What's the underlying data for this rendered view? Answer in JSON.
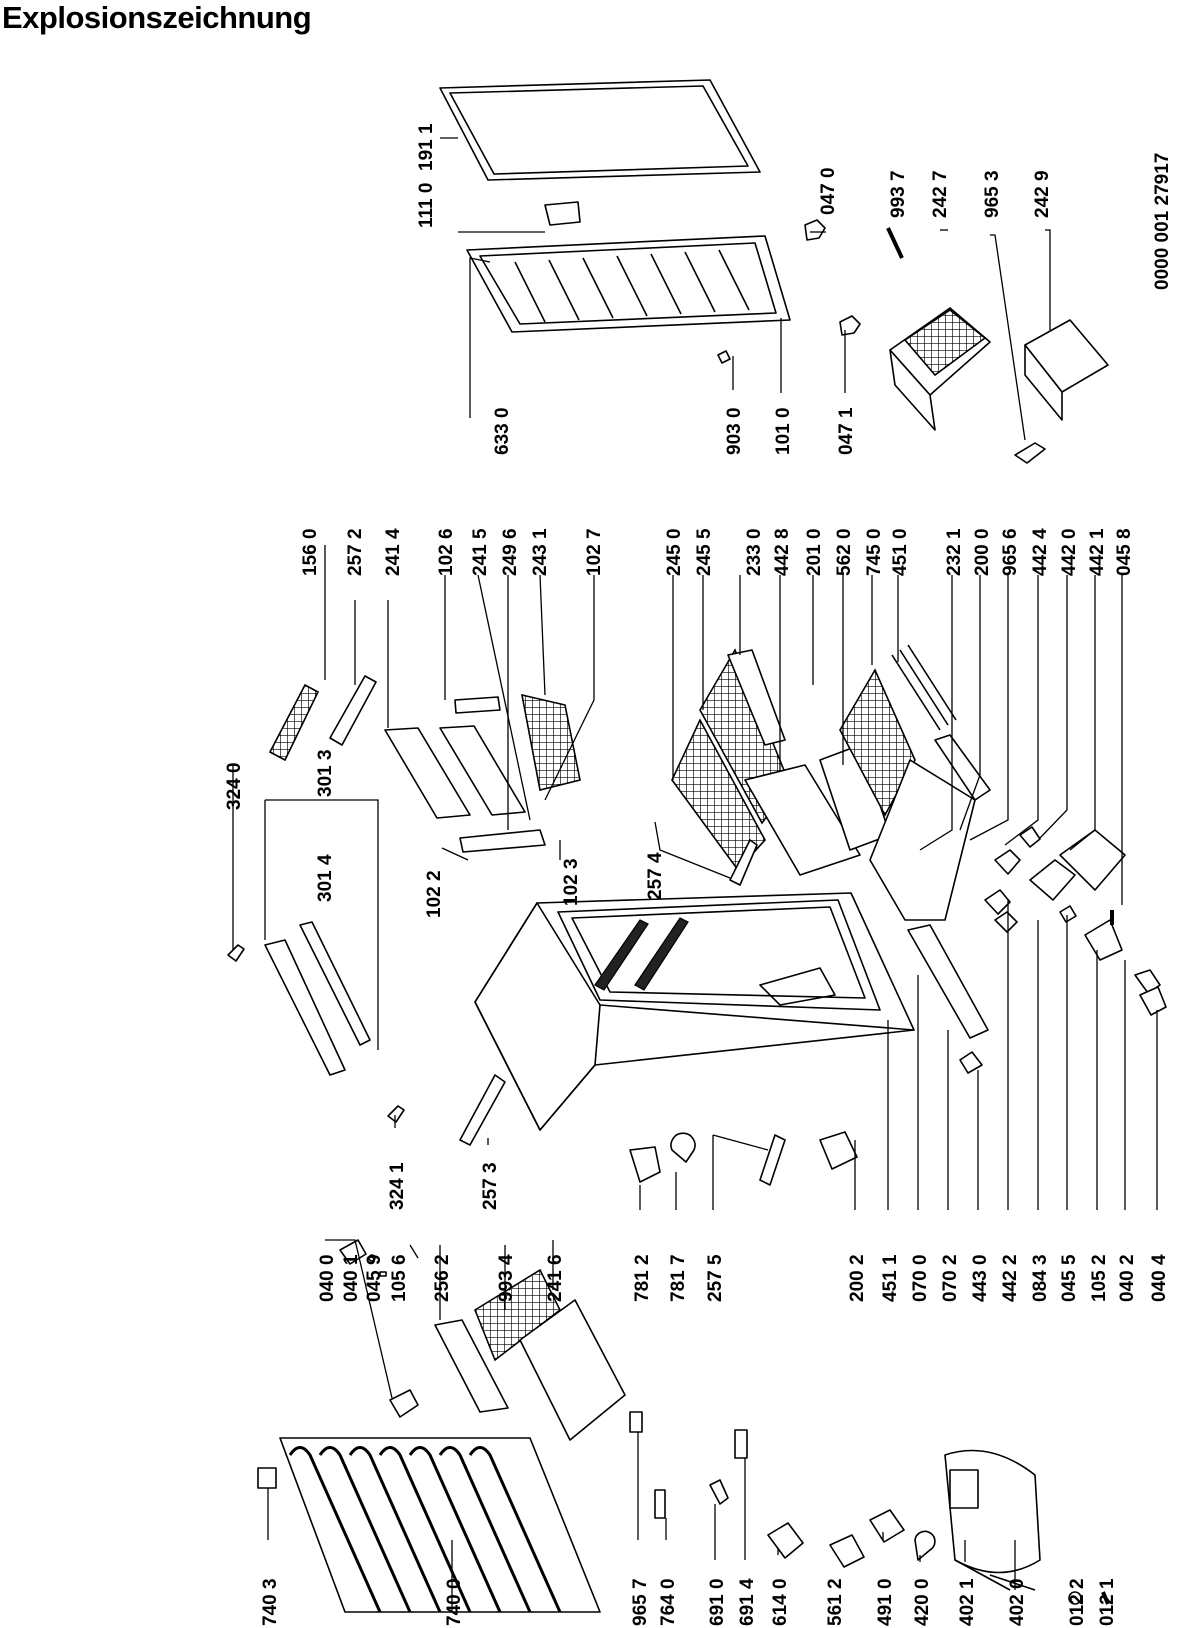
{
  "title": "Explosionszeichnung",
  "document_number": "0000 001 27917",
  "labels": {
    "p1110": "111 0",
    "p1911": "191 1",
    "p6330": "633 0",
    "p9030": "903 0",
    "p1010": "101 0",
    "p0470": "047 0",
    "p0471": "047 1",
    "p9937": "993 7",
    "p2427": "242 7",
    "p9653": "965 3",
    "p2429": "242 9",
    "p3240": "324 0",
    "p1560": "156 0",
    "p2572": "257 2",
    "p2414": "241 4",
    "p1026": "102 6",
    "p2415": "241 5",
    "p2496": "249 6",
    "p2431": "243 1",
    "p1027": "102 7",
    "p2450": "245 0",
    "p2455": "245 5",
    "p2330": "233 0",
    "p4428": "442 8",
    "p2010": "201 0",
    "p5620": "562 0",
    "p7450": "745 0",
    "p4510": "451 0",
    "p2321": "232 1",
    "p2000": "200 0",
    "p9656": "965 6",
    "p4424": "442 4",
    "p4420": "442 0",
    "p4421": "442 1",
    "p0458": "045 8",
    "p3013": "301 3",
    "p3014": "301 4",
    "p1022": "102 2",
    "p1023": "102 3",
    "p2574": "257 4",
    "p0400": "040 0",
    "p0401": "040 1",
    "p0459": "045 9",
    "p1056": "105 6",
    "p2562": "256 2",
    "p9934": "993 4",
    "p2416": "241 6",
    "p3241": "324 1",
    "p2573": "257 3",
    "p7812": "781 2",
    "p7817": "781 7",
    "p2575": "257 5",
    "p2002": "200 2",
    "p4511": "451 1",
    "p0700": "070 0",
    "p0702": "070 2",
    "p4430": "443 0",
    "p4422": "442 2",
    "p0843": "084 3",
    "p0455": "045 5",
    "p1052": "105 2",
    "p0402": "040 2",
    "p0404": "040 4",
    "p7403": "740 3",
    "p7400": "740 0",
    "p9657": "965 7",
    "p7640": "764 0",
    "p6910": "691 0",
    "p6914": "691 4",
    "p6140": "614 0",
    "p5612": "561 2",
    "p4910": "491 0",
    "p4200": "420 0",
    "p4021": "402 1",
    "p4020": "402 0",
    "p0122": "012 2",
    "p0121": "012 1"
  }
}
